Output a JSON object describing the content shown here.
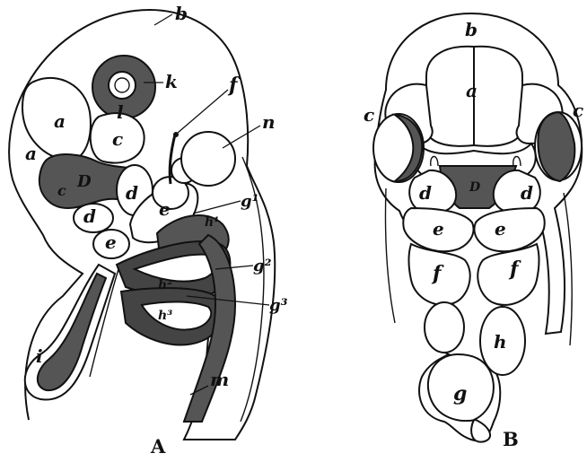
{
  "figure": {
    "panel_a": {
      "caption": "A",
      "labels": {
        "b": "b",
        "k": "k",
        "l": "l",
        "f": "f",
        "n": "n",
        "a_upper": "a",
        "a_left": "a",
        "c": "c",
        "D": "D",
        "c_small": "c",
        "d_upper": "d",
        "d_lower": "d",
        "e_upper": "e",
        "e_lower": "e",
        "g1": "g¹",
        "h1": "h¹",
        "g2": "g²",
        "h2": "h²",
        "g3": "g³",
        "h3": "h³",
        "i": "i",
        "m": "m"
      }
    },
    "panel_b": {
      "caption": "B",
      "labels": {
        "b": "b",
        "a": "a",
        "c_left": "c",
        "c_right": "c",
        "D": "D",
        "d_left": "d",
        "d_right": "d",
        "e_left": "e",
        "e_right": "e",
        "f_left": "f",
        "f_right": "f",
        "h": "h",
        "g": "g"
      }
    }
  }
}
